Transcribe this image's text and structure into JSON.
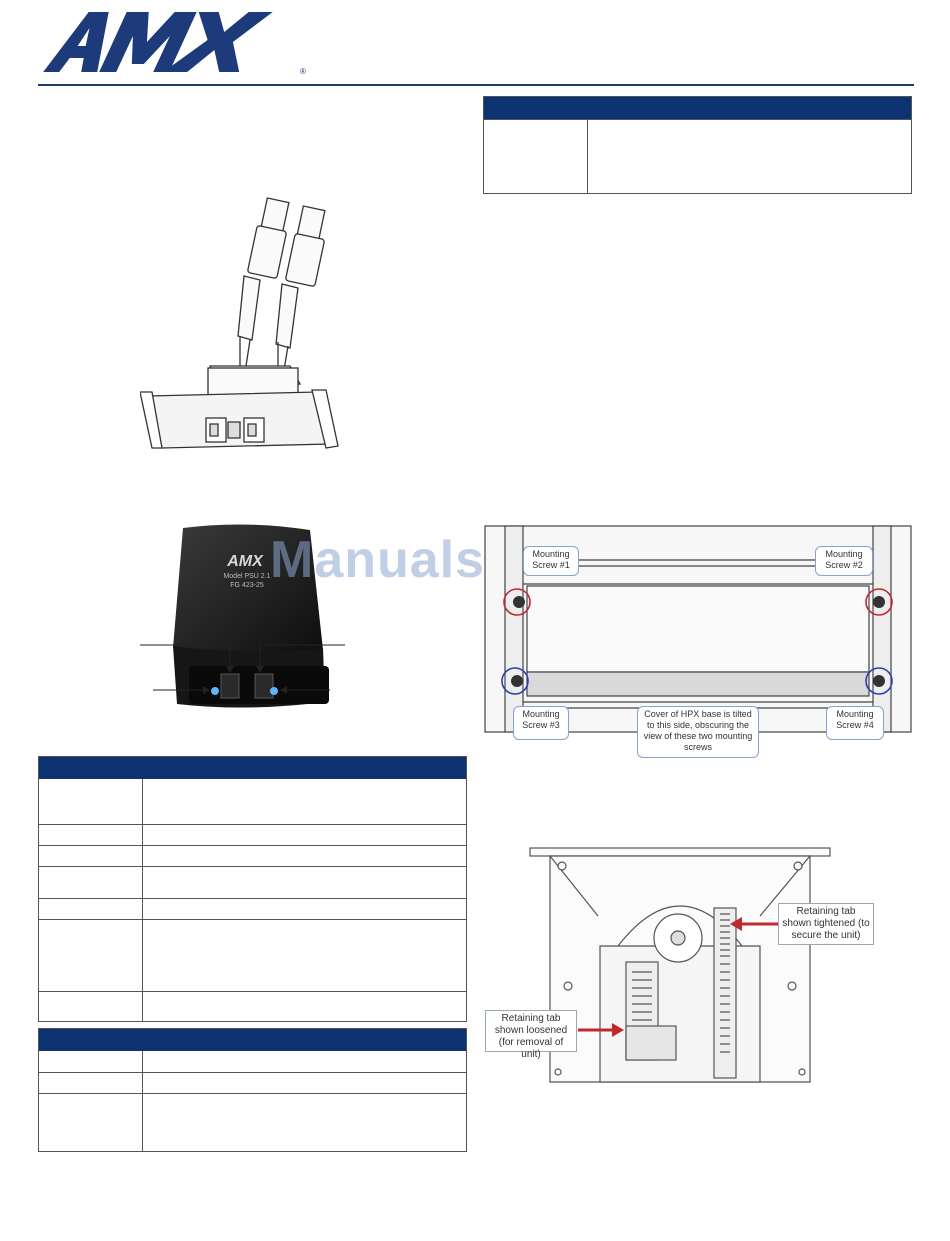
{
  "logo": {
    "text": "AMX",
    "color": "#1d3b7a"
  },
  "watermark": "ManualsLib.com",
  "psu": {
    "brand": "AMX",
    "model": "Model PSU 2.1",
    "fg": "FG 423-25"
  },
  "mount_diagram": {
    "screw1": "Mounting Screw #1",
    "screw2": "Mounting Screw #2",
    "screw3": "Mounting Screw #3",
    "screw4": "Mounting Screw #4",
    "cover_note": "Cover of HPX base is tilted to this side, obscuring the view of these two mounting screws"
  },
  "tab_diagram": {
    "tightened": "Retaining tab shown tightened (to secure the unit)",
    "loosened": "Retaining tab shown loosened (for removal of unit)"
  },
  "colors": {
    "table_header": "#0d3272",
    "rule": "#1d3b6e",
    "red_circle": "#c0282d",
    "blue_circle": "#2a3fb0",
    "arrow_red": "#c0282d"
  }
}
